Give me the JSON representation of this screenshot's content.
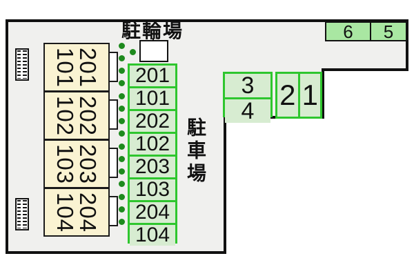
{
  "diagram": {
    "bicycle_parking_label": "駐輪場",
    "parking_lot_label": "駐車場",
    "building": {
      "units": [
        {
          "upper": "201",
          "lower": "101"
        },
        {
          "upper": "202",
          "lower": "102"
        },
        {
          "upper": "203",
          "lower": "103"
        },
        {
          "upper": "204",
          "lower": "104"
        }
      ]
    },
    "parking_spaces": {
      "column": [
        "201",
        "101",
        "202",
        "102",
        "203",
        "103",
        "204",
        "104"
      ],
      "pair_34": [
        "3",
        "4"
      ],
      "pair_21": [
        "2",
        "1"
      ],
      "pair_65": [
        "6",
        "5"
      ]
    },
    "colors": {
      "space_border_green": "#2ec62e",
      "space_fill_light": "#d7ecd1",
      "space_fill_bright": "#a9e7a2",
      "path_dot_green": "#1e8a1e",
      "building_fill": "#faf3d2",
      "outline_black": "#111111",
      "site_background": "#f0f0ee"
    }
  }
}
